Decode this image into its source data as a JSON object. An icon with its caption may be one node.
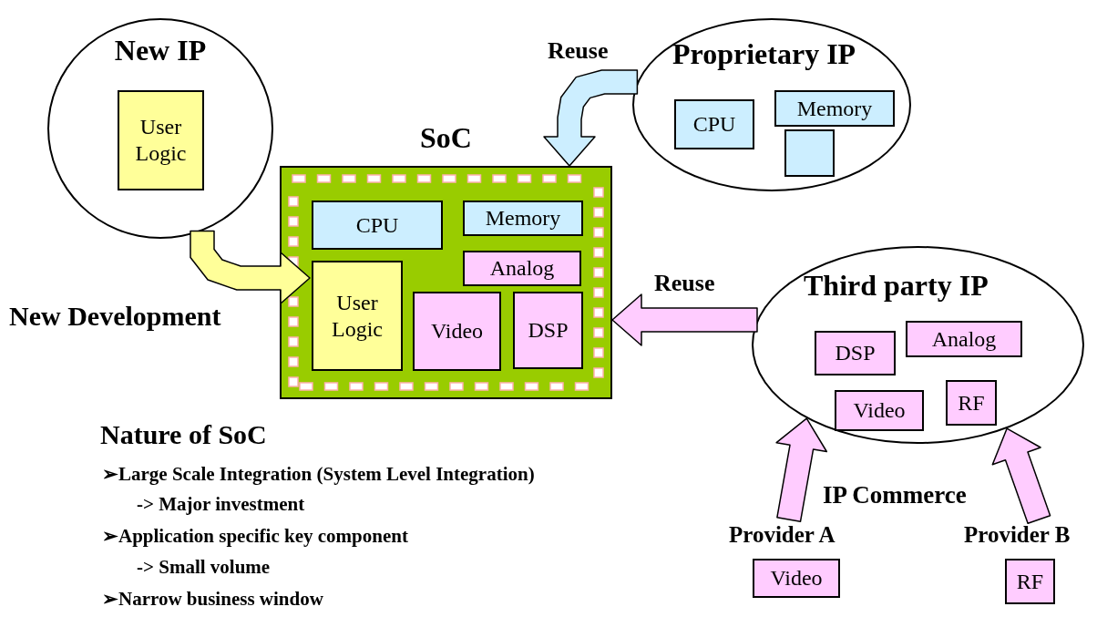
{
  "diagram": {
    "nodes": [
      {
        "text": [
          "New IP"
        ]
      },
      {
        "text": [
          "User Logic"
        ],
        "in": 0
      },
      {
        "text": [
          "Proprietary IP"
        ]
      },
      {
        "text": [
          "CPU"
        ],
        "in": 2
      },
      {
        "text": [
          "Memory"
        ],
        "in": 2
      },
      {
        "text": [],
        "shape": "box",
        "in": 2
      },
      {
        "text": [
          "SoC"
        ]
      },
      {
        "text": [
          "CPU"
        ],
        "in": 6
      },
      {
        "text": [
          "Memory"
        ],
        "in": 6
      },
      {
        "text": [
          "Analog"
        ],
        "in": 6
      },
      {
        "text": [
          "User Logic"
        ],
        "in": 6
      },
      {
        "text": [
          "Video"
        ],
        "in": 6
      },
      {
        "text": [
          "DSP"
        ],
        "in": 6
      },
      {
        "text": [
          "Third party IP"
        ]
      },
      {
        "text": [
          "DSP"
        ],
        "in": 13
      },
      {
        "text": [
          "Analog"
        ],
        "in": 13
      },
      {
        "text": [
          "Video"
        ],
        "in": 13
      },
      {
        "text": [
          "RF"
        ],
        "in": 13
      },
      {
        "text": [
          "Provider A"
        ]
      },
      {
        "text": [
          "Video"
        ]
      },
      {
        "text": [
          "Provider B"
        ]
      },
      {
        "text": [
          "RF"
        ]
      }
    ],
    "edges": [
      {
        "from": 0,
        "to": 10,
        "arrow": "to",
        "label": "New Development",
        "color": "#ffff99"
      },
      {
        "from": 2,
        "to": 6,
        "arrow": "to",
        "label": "Reuse",
        "color": "#cceeff"
      },
      {
        "from": 13,
        "to": 6,
        "arrow": "to",
        "label": "Reuse"
      },
      {
        "from": 18,
        "to": 13,
        "arrow": "to"
      },
      {
        "from": 20,
        "to": 13,
        "arrow": "to"
      }
    ],
    "labels": [
      "IP Commerce",
      "Nature of SoC",
      "➢Large Scale Integration (System Level Integration)",
      "-> Major investment",
      "➢Application specific key component",
      "-> Small volume",
      "➢Narrow business window"
    ]
  }
}
